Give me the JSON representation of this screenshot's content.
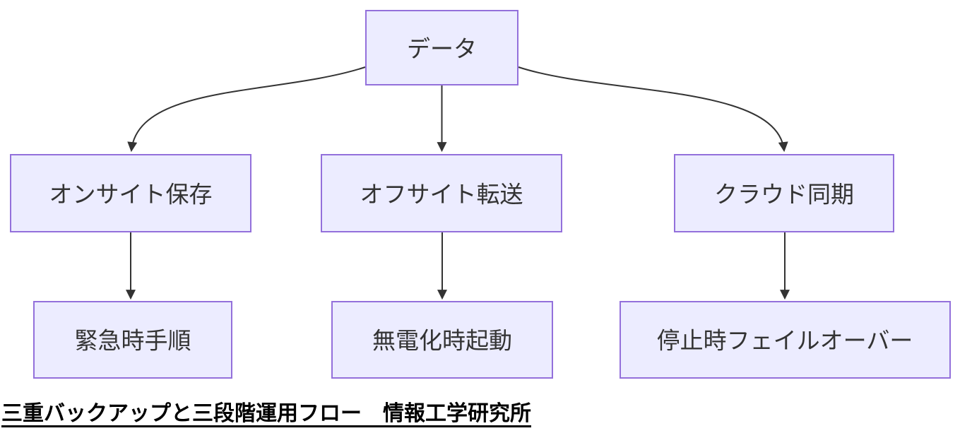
{
  "diagram": {
    "title": "三重バックアップと三段階運用フロー　情報工学研究所",
    "nodes": {
      "root": {
        "label": "データ"
      },
      "onsite": {
        "label": "オンサイト保存"
      },
      "offsite": {
        "label": "オフサイト転送"
      },
      "cloud": {
        "label": "クラウド同期"
      },
      "emergency": {
        "label": "緊急時手順"
      },
      "nopower": {
        "label": "無電化時起動"
      },
      "failover": {
        "label": "停止時フェイルオーバー"
      }
    },
    "edges": [
      {
        "from": "データ",
        "to": "オンサイト保存"
      },
      {
        "from": "データ",
        "to": "オフサイト転送"
      },
      {
        "from": "データ",
        "to": "クラウド同期"
      },
      {
        "from": "オンサイト保存",
        "to": "緊急時手順"
      },
      {
        "from": "オフサイト転送",
        "to": "無電化時起動"
      },
      {
        "from": "クラウド同期",
        "to": "停止時フェイルオーバー"
      }
    ],
    "colors": {
      "node_fill": "#ECECFF",
      "node_border": "#9370DB",
      "edge": "#333333",
      "node_text": "#333333",
      "title_text": "#000000",
      "background": "#FFFFFF"
    }
  }
}
